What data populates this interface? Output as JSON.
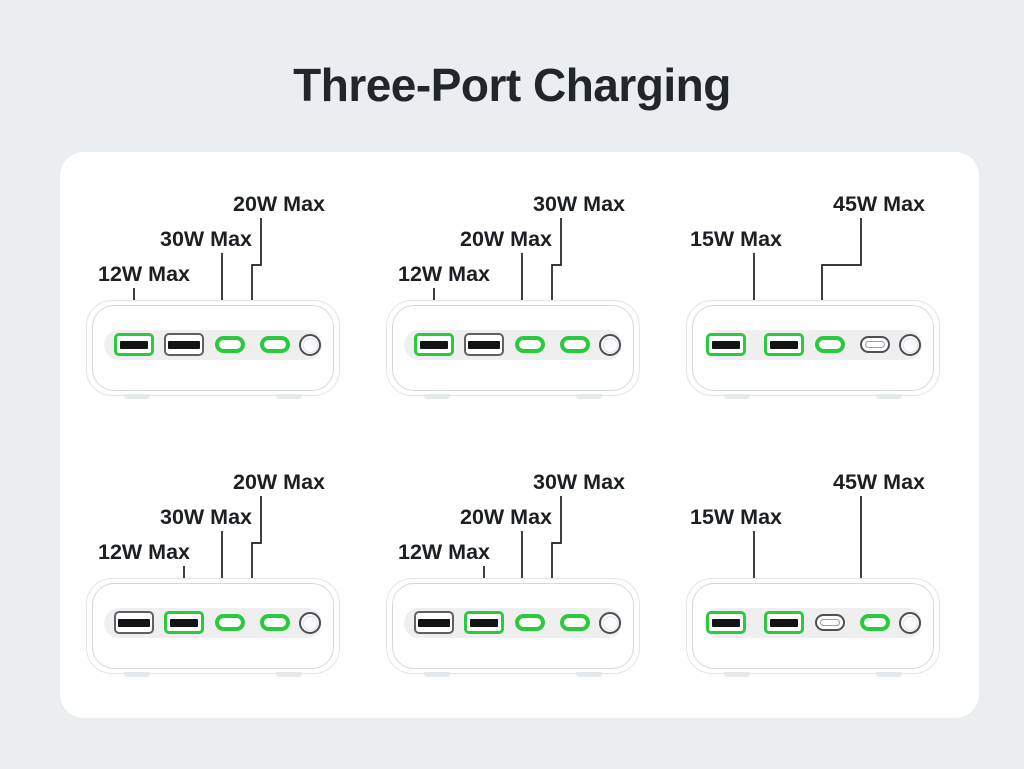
{
  "page": {
    "title": "Three-Port Charging",
    "background_color": "#eaeef1",
    "card_color": "#ffffff"
  },
  "colors": {
    "accent_green": "#2aca3f",
    "inactive_outline": "#5d6166",
    "text": "#1c1f24",
    "port_strip": "#efefef"
  },
  "devices": [
    {
      "id": "device-top-left",
      "row": 1,
      "column": 1,
      "labels": [
        {
          "text": "12W Max",
          "target_port": "usb-a-1"
        },
        {
          "text": "30W Max",
          "target_port": "usb-c-1"
        },
        {
          "text": "20W Max",
          "target_port": "usb-c-2"
        }
      ],
      "ports": [
        {
          "name": "usb-a-1",
          "type": "usb-a",
          "active": true
        },
        {
          "name": "usb-a-2",
          "type": "usb-a",
          "active": false
        },
        {
          "name": "usb-c-1",
          "type": "usb-c",
          "active": true
        },
        {
          "name": "usb-c-2",
          "type": "usb-c",
          "active": true
        },
        {
          "name": "power-button",
          "type": "button",
          "active": false
        }
      ]
    },
    {
      "id": "device-top-middle",
      "row": 1,
      "column": 2,
      "labels": [
        {
          "text": "12W Max",
          "target_port": "usb-a-1"
        },
        {
          "text": "20W Max",
          "target_port": "usb-c-1"
        },
        {
          "text": "30W Max",
          "target_port": "usb-c-2"
        }
      ],
      "ports": [
        {
          "name": "usb-a-1",
          "type": "usb-a",
          "active": true
        },
        {
          "name": "usb-a-2",
          "type": "usb-a",
          "active": false
        },
        {
          "name": "usb-c-1",
          "type": "usb-c",
          "active": true
        },
        {
          "name": "usb-c-2",
          "type": "usb-c",
          "active": true
        },
        {
          "name": "power-button",
          "type": "button",
          "active": false
        }
      ]
    },
    {
      "id": "device-top-right",
      "row": 1,
      "column": 3,
      "labels": [
        {
          "text": "15W Max",
          "target_port": "usb-a-1,usb-a-2"
        },
        {
          "text": "45W Max",
          "target_port": "usb-c-1"
        }
      ],
      "ports": [
        {
          "name": "usb-a-1",
          "type": "usb-a",
          "active": true
        },
        {
          "name": "usb-a-2",
          "type": "usb-a",
          "active": true
        },
        {
          "name": "usb-c-1",
          "type": "usb-c",
          "active": true
        },
        {
          "name": "usb-c-2",
          "type": "usb-c",
          "active": false
        },
        {
          "name": "power-button",
          "type": "button",
          "active": false
        }
      ]
    },
    {
      "id": "device-bottom-left",
      "row": 2,
      "column": 1,
      "labels": [
        {
          "text": "12W Max",
          "target_port": "usb-a-2"
        },
        {
          "text": "30W Max",
          "target_port": "usb-c-1"
        },
        {
          "text": "20W Max",
          "target_port": "usb-c-2"
        }
      ],
      "ports": [
        {
          "name": "usb-a-1",
          "type": "usb-a",
          "active": false
        },
        {
          "name": "usb-a-2",
          "type": "usb-a",
          "active": true
        },
        {
          "name": "usb-c-1",
          "type": "usb-c",
          "active": true
        },
        {
          "name": "usb-c-2",
          "type": "usb-c",
          "active": true
        },
        {
          "name": "power-button",
          "type": "button",
          "active": false
        }
      ]
    },
    {
      "id": "device-bottom-middle",
      "row": 2,
      "column": 2,
      "labels": [
        {
          "text": "12W Max",
          "target_port": "usb-a-2"
        },
        {
          "text": "20W Max",
          "target_port": "usb-c-1"
        },
        {
          "text": "30W Max",
          "target_port": "usb-c-2"
        }
      ],
      "ports": [
        {
          "name": "usb-a-1",
          "type": "usb-a",
          "active": false
        },
        {
          "name": "usb-a-2",
          "type": "usb-a",
          "active": true
        },
        {
          "name": "usb-c-1",
          "type": "usb-c",
          "active": true
        },
        {
          "name": "usb-c-2",
          "type": "usb-c",
          "active": true
        },
        {
          "name": "power-button",
          "type": "button",
          "active": false
        }
      ]
    },
    {
      "id": "device-bottom-right",
      "row": 2,
      "column": 3,
      "labels": [
        {
          "text": "15W Max",
          "target_port": "usb-a-1,usb-a-2"
        },
        {
          "text": "45W Max",
          "target_port": "usb-c-2"
        }
      ],
      "ports": [
        {
          "name": "usb-a-1",
          "type": "usb-a",
          "active": true
        },
        {
          "name": "usb-a-2",
          "type": "usb-a",
          "active": true
        },
        {
          "name": "usb-c-1",
          "type": "usb-c",
          "active": false
        },
        {
          "name": "usb-c-2",
          "type": "usb-c",
          "active": true
        },
        {
          "name": "power-button",
          "type": "button",
          "active": false
        }
      ]
    }
  ]
}
